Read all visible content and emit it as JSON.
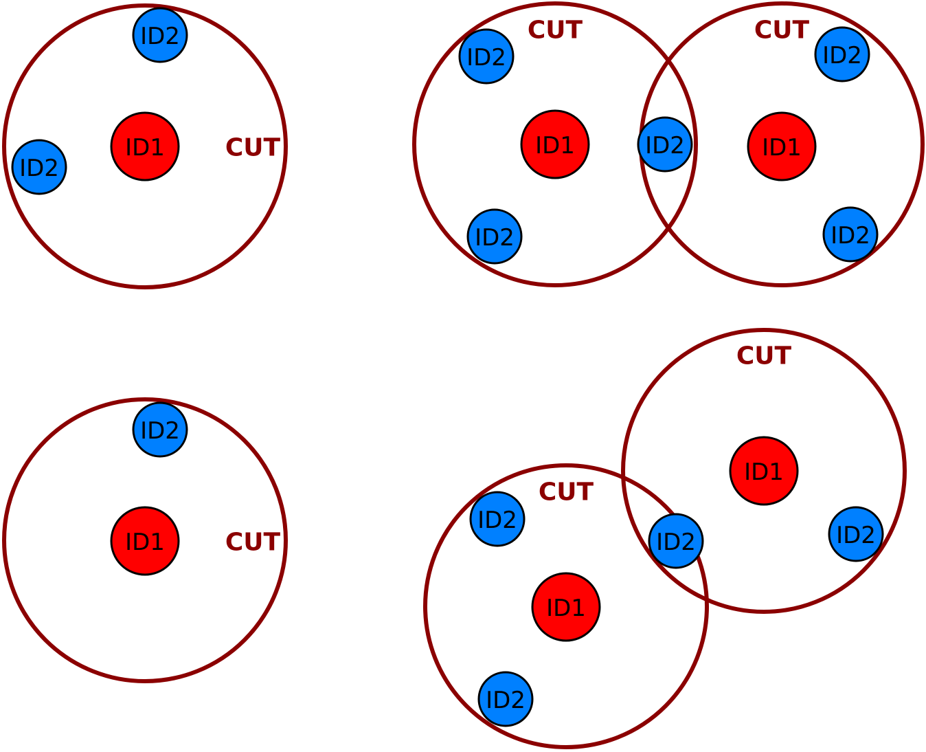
{
  "colors": {
    "ring": "#8b0000",
    "cut_text": "#8b0000",
    "id1_fill": "#ff0000",
    "id2_fill": "#0080ff",
    "node_outline": "#000000"
  },
  "labels": {
    "cut": "CUT",
    "id1": "ID1",
    "id2": "ID2"
  }
}
